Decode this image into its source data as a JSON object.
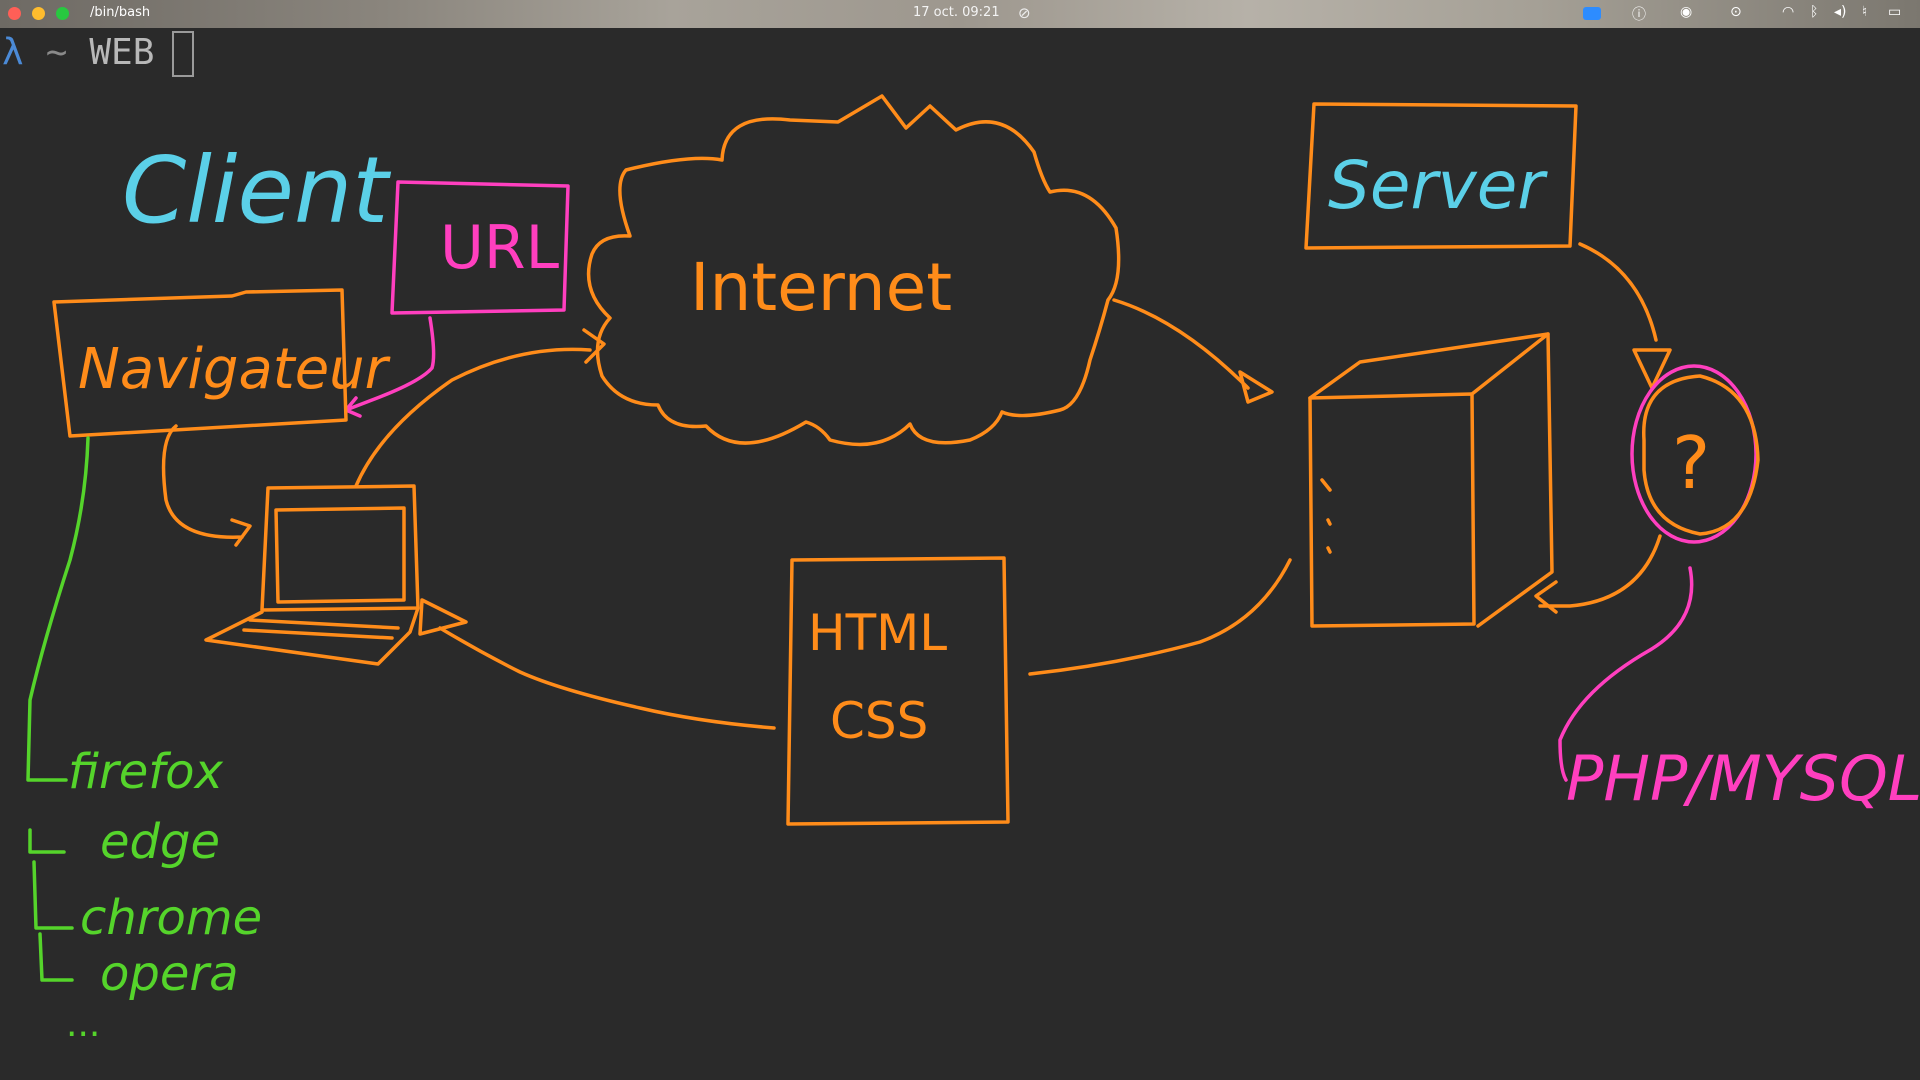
{
  "window": {
    "title": "/bin/bash",
    "clock": "17 oct.  09:21"
  },
  "terminal": {
    "prompt_symbol": "λ",
    "prompt_path": "~",
    "prompt_text": "WEB"
  },
  "colors": {
    "orange": "#ff8c1a",
    "cyan": "#5bd0e8",
    "magenta": "#ff3fbf",
    "green": "#55d42b",
    "background": "#2a2a2a"
  },
  "drawing": {
    "client_label": "Client",
    "url_label": "URL",
    "browser_label": "Navigateur",
    "internet_label": "Internet",
    "server_label": "Server",
    "html_label": "HTML",
    "css_label": "CSS",
    "db_label": "?",
    "php_label": "PHP/MYSQL",
    "browsers": [
      "firefox",
      "edge",
      "chrome",
      "opera",
      "..."
    ]
  },
  "icons": {
    "system_tray": [
      "zoom-icon",
      "info-icon",
      "chrome-icon",
      "screen-record-icon",
      "wifi-icon",
      "bluetooth-icon",
      "volume-icon",
      "mic-icon",
      "battery-icon"
    ]
  }
}
